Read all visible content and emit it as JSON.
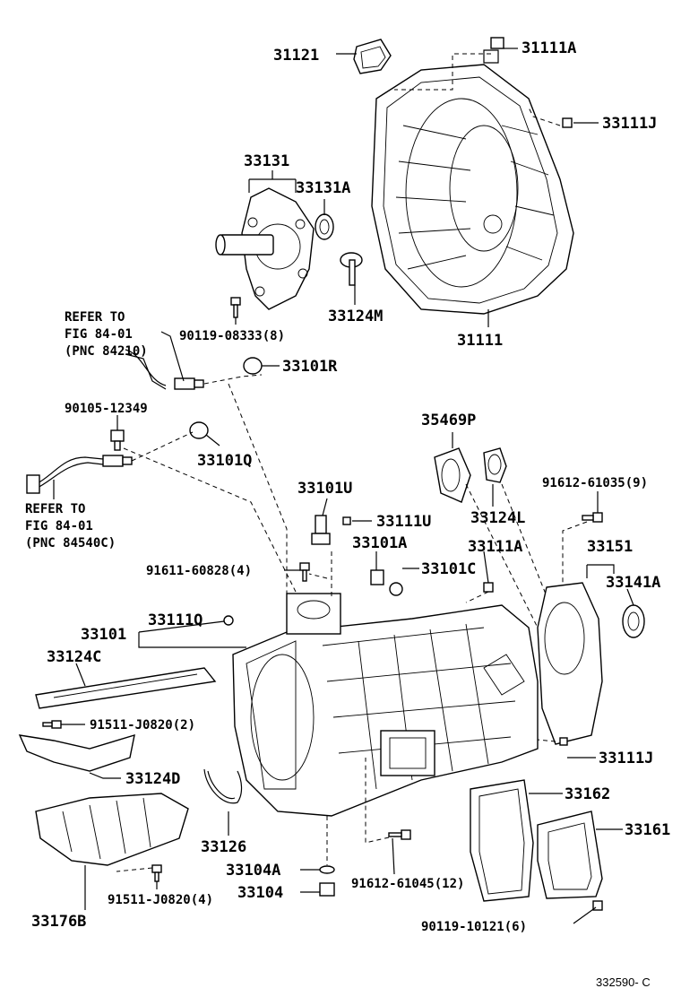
{
  "diagram": {
    "footer_code": "332590- C",
    "parts": {
      "p31121": "31121",
      "p31111A": "31111A",
      "p33111J_top": "33111J",
      "p33131": "33131",
      "p33131A": "33131A",
      "p33124M": "33124M",
      "p31111": "31111",
      "p90119_08333": "90119-08333(8)",
      "p33101R": "33101R",
      "p90105_12349": "90105-12349",
      "p33101Q": "33101Q",
      "p35469P": "35469P",
      "p33124L": "33124L",
      "p91612_61035": "91612-61035(9)",
      "p33101U": "33101U",
      "p33111U": "33111U",
      "p33101A": "33101A",
      "p33111A_mid": "33111A",
      "p33151": "33151",
      "p91611_60828": "91611-60828(4)",
      "p33101C": "33101C",
      "p33141A": "33141A",
      "p33101": "33101",
      "p33111Q": "33111Q",
      "p33124C": "33124C",
      "p91511_J0820_2": "91511-J0820(2)",
      "p33124D": "33124D",
      "p33111J_bottom": "33111J",
      "p33162": "33162",
      "p33126": "33126",
      "p33161": "33161",
      "p33104A": "33104A",
      "p91612_61045": "91612-61045(12)",
      "p33104": "33104",
      "p91511_J0820_4": "91511-J0820(4)",
      "p90119_10121": "90119-10121(6)",
      "p33176B": "33176B"
    },
    "refs": {
      "ref1_line1": "REFER TO",
      "ref1_line2": "FIG 84-01",
      "ref1_line3": "(PNC 84210)",
      "ref2_line1": "REFER TO",
      "ref2_line2": "FIG 84-01",
      "ref2_line3": "(PNC 84540C)"
    }
  }
}
